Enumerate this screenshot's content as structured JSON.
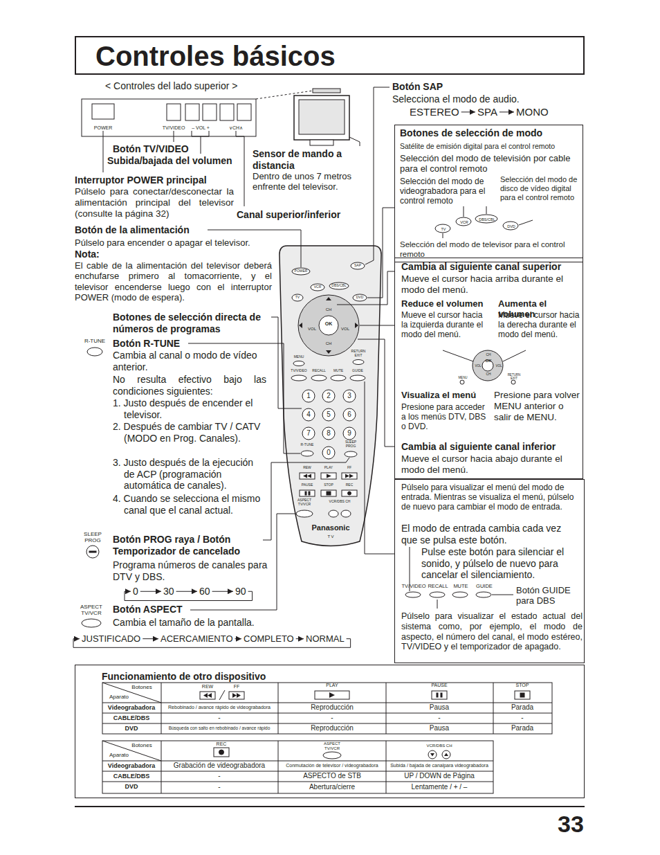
{
  "diagram": {
    "title": "Controles básicos",
    "nodes": [
      {
        "text": [
          "Botones de selección de modo",
          "Satélite de emisión digital para el control remoto",
          "Selección del modo de televisión por cable para el control remoto",
          "Selección del modo de videograbadora para el control remoto",
          "Selección del modo de disco de vídeo digital para el control remoto",
          "TV",
          "VCR",
          "DBS/CBL",
          "DVD",
          "Selección del modo de televisor para el control remoto"
        ]
      },
      {
        "text": [
          "Cambia al siguiente canal superior",
          "Mueve el cursor hacia arriba durante el modo del menú.",
          "Reduce el volumen",
          "Mueve el cursor hacia la izquierda durante el modo del menú.",
          "Aumenta el volumen",
          "Mueve el cursor hacia la derecha durante el modo del menú.",
          "CH",
          "OK",
          "VOL",
          "VOL",
          "CH",
          "MENU",
          "RETURN EXIT",
          "Visualiza el menú",
          "Presione para acceder a los menús DTV, DBS o DVD.",
          "Presione para volver MENU anterior o salir de MENU.",
          "Cambia al siguiente canal inferior",
          "Mueve el cursor hacia abajo durante el modo del menú."
        ]
      },
      {
        "text": [
          "Púlselo para visualizar el menú del modo de entrada. Mientras se visualiza el menú, púlselo de nuevo para cambiar el modo de entrada.",
          "El modo de entrada cambia cada vez que se pulsa este botón.",
          "Pulse este botón para silenciar el sonido, y púlselo de nuevo para cancelar el silenciamiento.",
          "TV/VIDEO",
          "RECALL",
          "MUTE",
          "GUIDE",
          "Botón GUIDE para DBS",
          "Púlselo para visualizar el estado actual del sistema como, por ejemplo, el modo de aspecto, el número del canal, el modo estéreo, TV/VIDEO y el temporizador de apagado."
        ]
      },
      {
        "text": [
          "Funcionamiento de otro dispositivo"
        ]
      }
    ],
    "labels": [
      "< Controles del lado superior >",
      "POWER",
      "TV/VIDEO",
      "– VOL +",
      "∨CH∧",
      "Botón TV/VIDEO",
      "Subida/bajada del volumen",
      "Interruptor POWER principal",
      "Púlselo para conectar/desconectar la alimentación principal del televisor (consulte la página 32)",
      "Sensor de mando a distancia",
      "Dentro de unos 7 metros enfrente del televisor.",
      "Canal superior/inferior",
      "Botón SAP",
      "Selecciona el modo de audio.",
      "ESTEREO",
      "SPA",
      "MONO",
      "Botón de la alimentación",
      "Púlselo para encender o apagar el televisor.",
      "Nota:",
      "El cable de la alimentación del televisor deberá enchufarse primero al tomacorriente, y el televisor encenderse luego con el interruptor POWER (modo de espera).",
      "Botones de selección directa de números de programas",
      "R-TUNE",
      "Botón R-TUNE",
      "Cambia al canal o modo de vídeo anterior.",
      "No resulta efectivo bajo las condiciones siguientes:",
      "1. Justo después de encender el televisor.",
      "2. Después de cambiar TV / CATV (MODO en Prog. Canales).",
      "3. Justo después de la ejecución de ACP (programación automática de canales).",
      "4. Cuando se selecciona el mismo canal que el canal actual.",
      "SLEEP PROG",
      "Botón PROG raya / Botón Temporizador de cancelado",
      "Programa números de canales para DTV y DBS.",
      "0",
      "30",
      "60",
      "90",
      "ASPECT TV/VCR",
      "Botón ASPECT",
      "Cambia el tamaño de la pantalla.",
      "JUSTIFICADO",
      "ACERCAMIENTO",
      "COMPLETO",
      "NORMAL",
      "POWER",
      "SAP",
      "TV",
      "VCR",
      "DBS/CBL",
      "DVD",
      "CH",
      "OK",
      "VOL",
      "VOL",
      "CH",
      "MENU",
      "RETURN EXIT",
      "TV/VIDEO",
      "RECALL",
      "MUTE",
      "GUIDE",
      "1",
      "2",
      "3",
      "4",
      "5",
      "6",
      "7",
      "8",
      "9",
      "R-TUNE",
      "0",
      "SLEEP PROG",
      "REW",
      "PLAY",
      "FF",
      "PAUSE",
      "STOP",
      "REC",
      "ASPECT TV/VCR",
      "VCR/DBS CH",
      "Panasonic",
      "T V",
      "Botones",
      "Aparato",
      "REW",
      "FF",
      "PLAY",
      "PAUSE",
      "STOP",
      "Videograbadora",
      "Rebobinado / avance rápido de videograbadora",
      "Reproducción",
      "Pausa",
      "Parada",
      "CABLE/DBS",
      "-",
      "-",
      "-",
      "-",
      "DVD",
      "Búsqueda con salto en rebobinado / avance rápido",
      "Reproducción",
      "Pausa",
      "Parada",
      "Botones",
      "Aparato",
      "REC",
      "ASPECT TV/VCR",
      "VCR/DBS CH",
      "Videograbadora",
      "Grabación de videograbadora",
      "Conmutación de televisor / videograbadora",
      "Subida / bajada de canalpara videograbadora",
      "CABLE/DBS",
      "-",
      "ASPECTO de STB",
      "UP / DOWN de Página",
      "DVD",
      "-",
      "Abertura/cierre",
      "Lentamente / + / –",
      "33"
    ]
  }
}
